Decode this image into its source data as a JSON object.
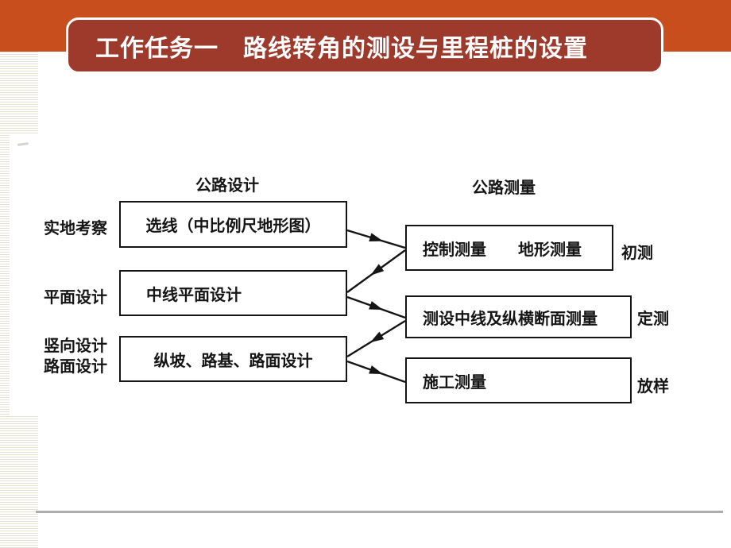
{
  "colors": {
    "top_band_orange": "#c94e1d",
    "title_plate_red": "#9e3a2c",
    "title_text": "#ffffff",
    "diagram_ink": "#151515",
    "stripe_tan": "#e6e1d5",
    "divider_gray": "#acacac"
  },
  "header": {
    "title": "工作任务一　路线转角的测设与里程桩的设置"
  },
  "diagram": {
    "design_column_header": "公路设计",
    "survey_column_header": "公路测量",
    "design_rows": [
      {
        "label": "实地考察",
        "box": "选线（中比例尺地形图）"
      },
      {
        "label": "平面设计",
        "box": "中线平面设计"
      },
      {
        "label": "竖向设计",
        "label_line2": "路面设计",
        "box": "纵坡、路基、路面设计"
      }
    ],
    "survey_rows": [
      {
        "box_item1": "控制测量",
        "box_item2": "地形测量",
        "stage_label": "初测"
      },
      {
        "box": "测设中线及纵横断面测量",
        "stage_label": "定测"
      },
      {
        "box": "施工测量",
        "stage_label": "放样"
      }
    ],
    "arrows": [
      {
        "from": "选线（中比例尺地形图）",
        "to": "控制测量　地形测量"
      },
      {
        "from": "控制测量　地形测量",
        "to": "中线平面设计"
      },
      {
        "from": "中线平面设计",
        "to": "测设中线及纵横断面测量"
      },
      {
        "from": "测设中线及纵横断面测量",
        "to": "纵坡、路基、路面设计"
      },
      {
        "from": "纵坡、路基、路面设计",
        "to": "施工测量"
      }
    ]
  }
}
